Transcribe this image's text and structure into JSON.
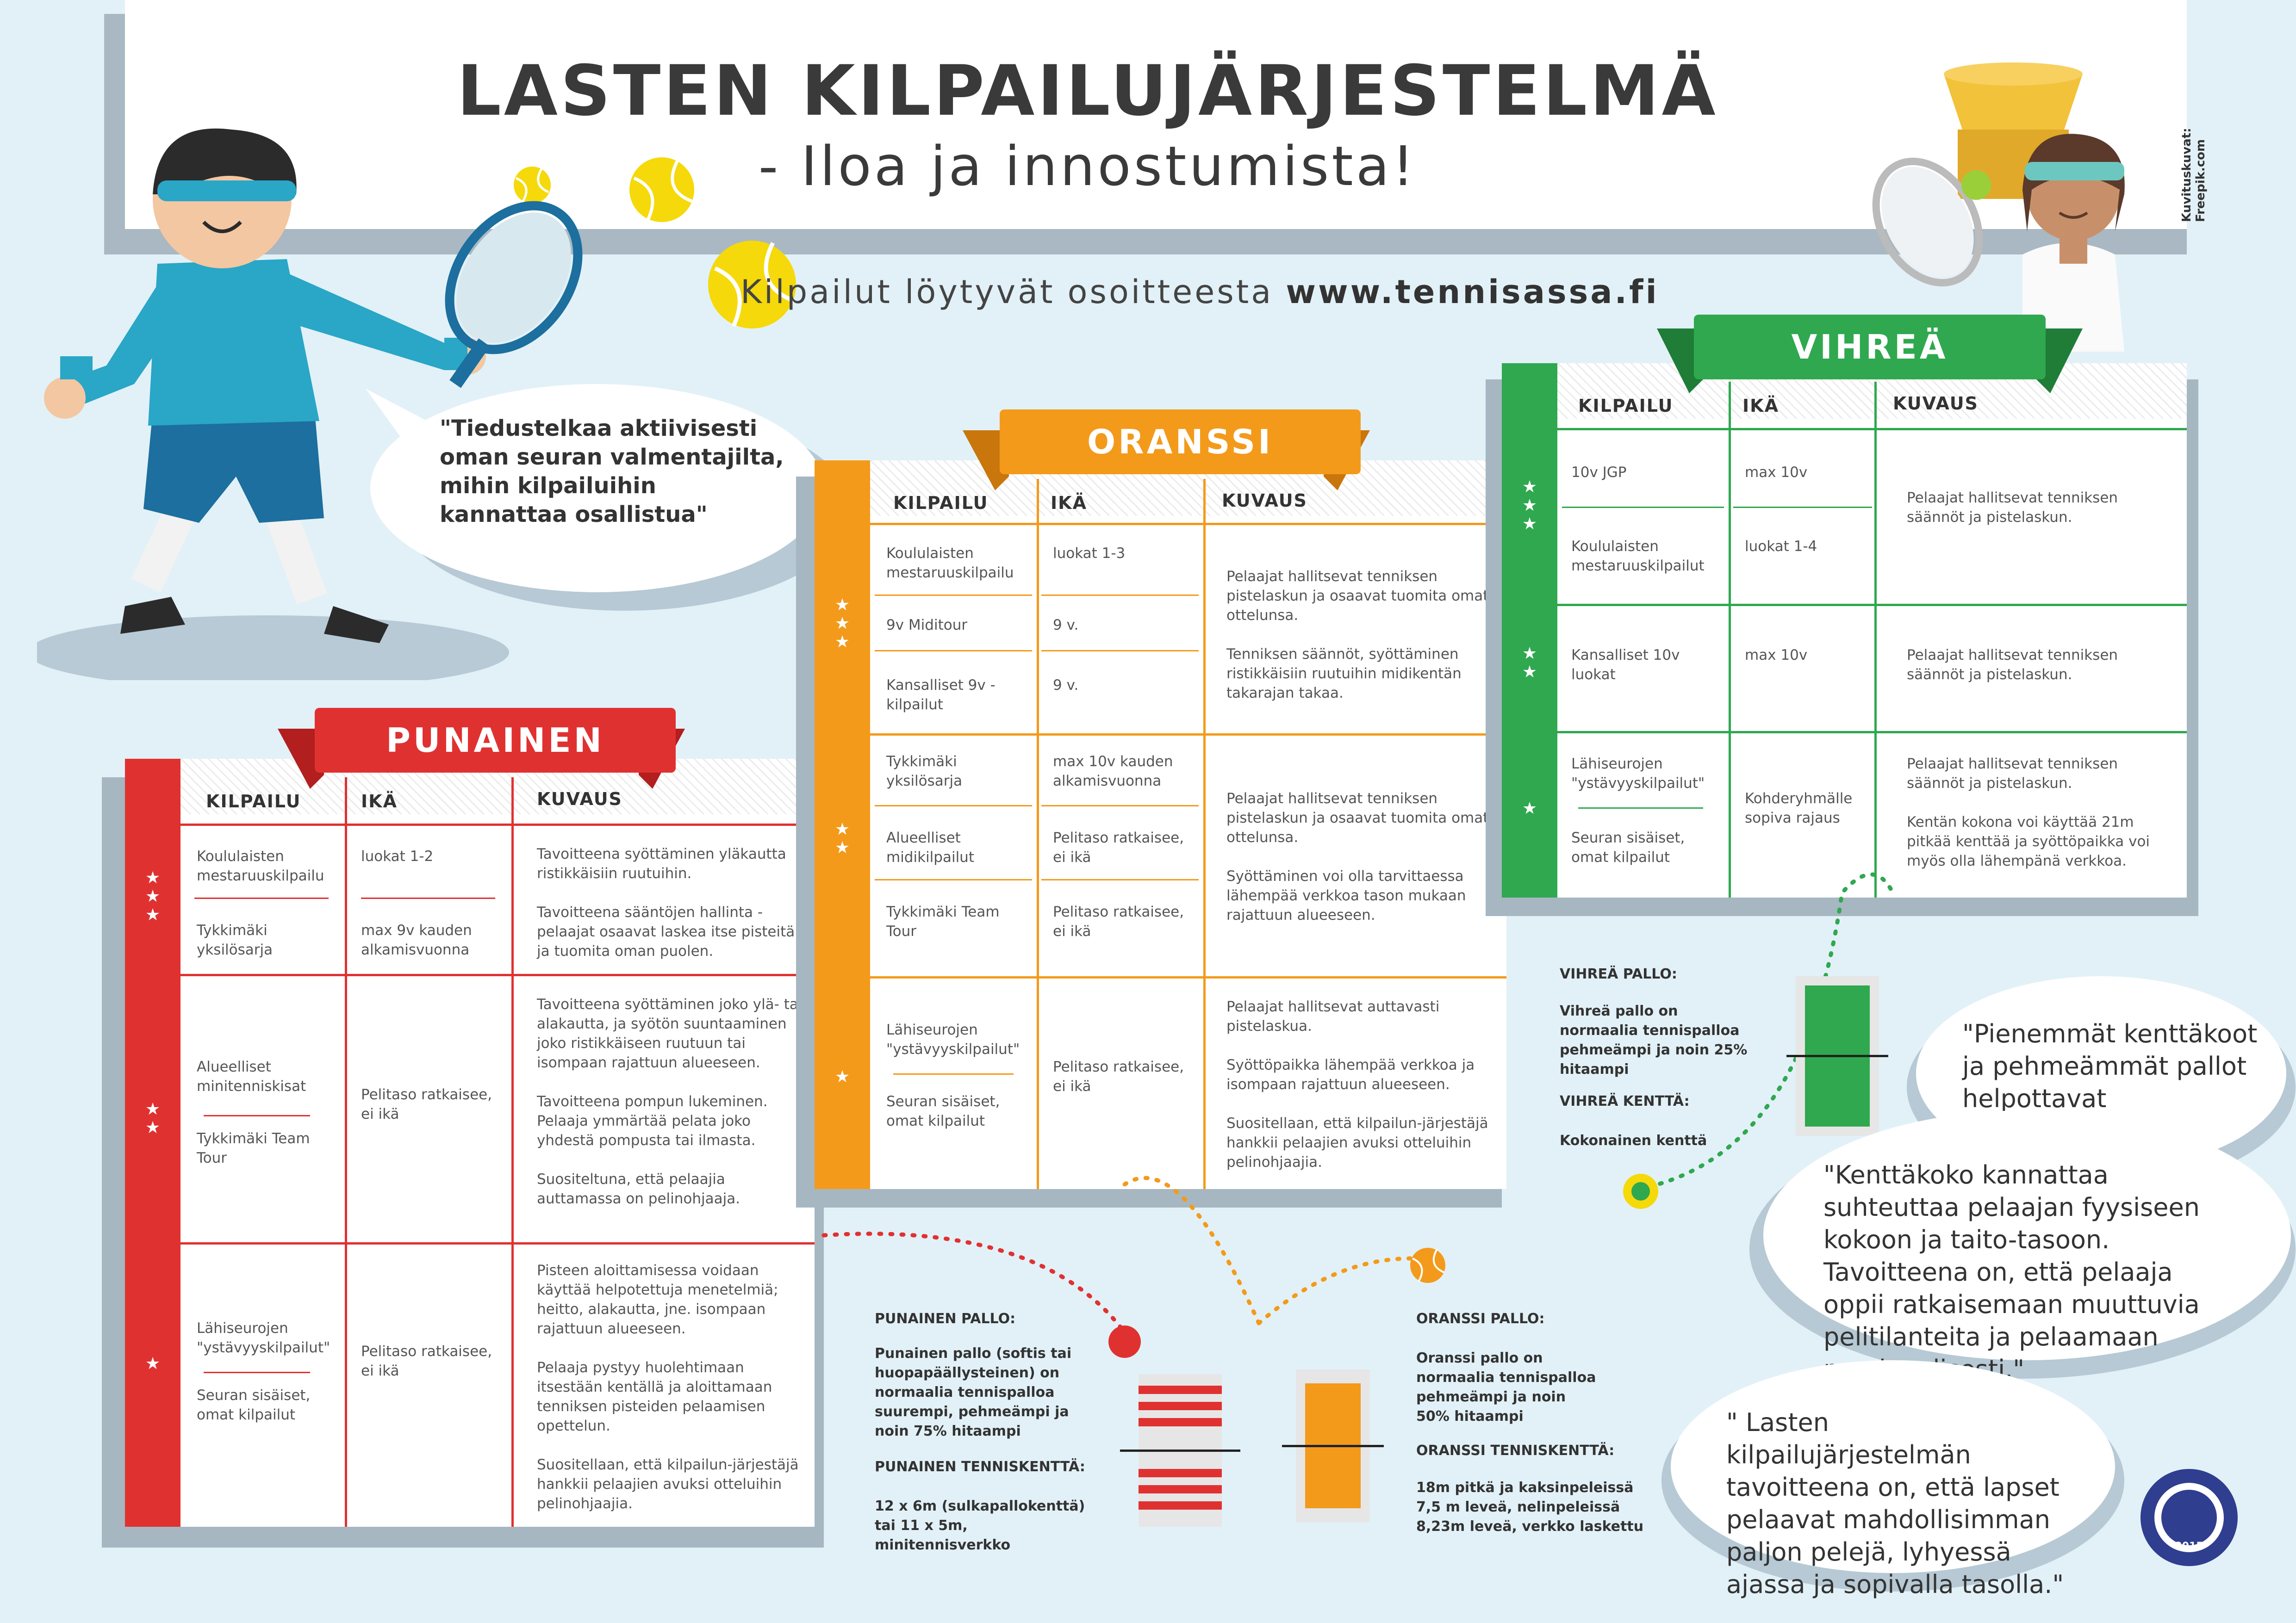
{
  "header": {
    "title": "LASTEN KILPAILUJÄRJESTELMÄ",
    "subtitle": "- Iloa ja innostumista!",
    "credit": "Kuvituskuvat: Freepik.com"
  },
  "website": {
    "prefix": "Kilpailut löytyvät osoitteesta ",
    "url": "www.tennisassa.fi"
  },
  "bubble_left": "\"Tiedustelkaa aktiivisesti oman seuran valmentajilta, mihin kilpailuihin kannattaa osallistua\"",
  "bubble_r1": "\"Pienemmät kenttäkoot ja pehmeämmät pallot helpottavat monipuolisten lajitaitojen kehittymistä.\"",
  "bubble_r2": "\"Kenttäkoko kannattaa suhteuttaa pelaajan fyysiseen kokoon ja taito-tasoon. Tavoitteena on, että pelaaja oppii ratkaisemaan muuttuvia pelitilanteita ja pelaamaan monipuolisesti.\"",
  "bubble_r3": "\" Lasten kilpailujärjestelmän tavoitteena on, että lapset pelaavat mahdollisimman paljon pelejä, lyhyessä ajassa ja sopivalla tasolla.\"",
  "headers": {
    "kilpailu": "KILPAILU",
    "ika": "IKÄ",
    "kuvaus": "KUVAUS"
  },
  "colors": {
    "red": "#e03131",
    "orange": "#f39a1b",
    "green": "#2fa84f",
    "ball": "#f5d90a"
  },
  "punainen": {
    "title": "PUNAINEN",
    "r1": {
      "k1": "Koululaisten mestaruuskilpailu",
      "i1": "luokat 1-2",
      "k2": "Tykkimäki yksilösarja",
      "i2": "max 9v kauden alkamisvuonna",
      "d": "Tavoitteena syöttäminen yläkautta ristikkäisiin ruutuihin.\n\nTavoitteena sääntöjen hallinta - pelaajat osaavat laskea itse pisteitä ja tuomita oman puolen."
    },
    "r2": {
      "k1": "Alueelliset minitenniskisat",
      "k2": "Tykkimäki Team Tour",
      "i": "Pelitaso ratkaisee, ei ikä",
      "d": "Tavoitteena syöttäminen joko ylä- tai alakautta, ja syötön suuntaaminen joko ristikkäiseen ruutuun tai isompaan rajattuun alueeseen.\n\nTavoitteena pompun lukeminen. Pelaaja ymmärtää pelata joko yhdestä pompusta tai ilmasta.\n\nSuositeltuna, että pelaajia auttamassa on pelinohjaaja."
    },
    "r3": {
      "k1": "Lähiseurojen \"ystävyyskilpailut\"",
      "k2": "Seuran sisäiset, omat kilpailut",
      "i": "Pelitaso ratkaisee, ei ikä",
      "d": "Pisteen aloittamisessa voidaan käyttää helpotettuja menetelmiä; heitto, alakautta, jne. isompaan rajattuun alueeseen.\n\nPelaaja pystyy huolehtimaan itsestään kentällä ja aloittamaan tenniksen pisteiden pelaamisen opettelun.\n\nSuositellaan, että kilpailun-järjestäjä hankkii pelaajien avuksi otteluihin pelinohjaajia."
    }
  },
  "oranssi": {
    "title": "ORANSSI",
    "r1": {
      "k1": "Koululaisten mestaruuskilpailu",
      "i1": "luokat 1-3",
      "k2": "9v Miditour",
      "i2": "9 v.",
      "k3": "Kansalliset 9v -kilpailut",
      "i3": "9 v.",
      "d": "Pelaajat hallitsevat tenniksen pistelaskun ja osaavat tuomita omat ottelunsa.\n\nTenniksen säännöt, syöttäminen ristikkäisiin ruutuihin midikentän takarajan takaa."
    },
    "r2": {
      "k1": "Tykkimäki yksilösarja",
      "i1": "max 10v kauden alkamisvuonna",
      "k2": "Alueelliset midikilpailut",
      "i2": "Pelitaso ratkaisee, ei ikä",
      "k3": "Tykkimäki Team Tour",
      "i3": "Pelitaso ratkaisee, ei ikä",
      "d": "Pelaajat hallitsevat tenniksen pistelaskun ja osaavat tuomita omat ottelunsa.\n\nSyöttäminen voi olla tarvittaessa lähempää verkkoa tason mukaan rajattuun alueeseen."
    },
    "r3": {
      "k1": "Lähiseurojen \"ystävyyskilpailut\"",
      "k2": "Seuran sisäiset, omat kilpailut",
      "i": "Pelitaso ratkaisee, ei ikä",
      "d": "Pelaajat hallitsevat auttavasti pistelaskua.\n\nSyöttöpaikka lähempää verkkoa ja isompaan rajattuun alueeseen.\n\nSuositellaan, että kilpailun-järjestäjä hankkii pelaajien avuksi otteluihin pelinohjaajia."
    }
  },
  "vihrea": {
    "title": "VIHREÄ",
    "r1": {
      "k1": "10v JGP",
      "i1": "max 10v",
      "k2": "Koululaisten mestaruuskilpailut",
      "i2": "luokat 1-4",
      "d": "Pelaajat hallitsevat tenniksen säännöt ja pistelaskun."
    },
    "r2": {
      "k1": "Kansalliset 10v luokat",
      "i": "max 10v",
      "d": "Pelaajat hallitsevat tenniksen säännöt ja pistelaskun."
    },
    "r3": {
      "k1": "Lähiseurojen \"ystävyyskilpailut\"",
      "k2": "Seuran sisäiset, omat kilpailut",
      "i": "Kohderyhmälle sopiva rajaus",
      "d": "Pelaajat hallitsevat tenniksen säännöt ja pistelaskun.\n\nKentän kokona voi käyttää 21m pitkää kenttää ja syöttöpaikka voi myös olla lähempänä verkkoa."
    }
  },
  "balls": {
    "red_title": "PUNAINEN PALLO:",
    "red_text": "Punainen pallo (softis tai huopapäällysteinen) on normaalia tennispalloa suurempi, pehmeämpi ja noin 75% hitaampi",
    "red_court_title": "PUNAINEN TENNISKENTTÄ:",
    "red_court": "12 x 6m (sulkapallokenttä) tai 11 x 5m, minitennisverkko",
    "orange_title": "ORANSSI PALLO:",
    "orange_text": "Oranssi pallo on normaalia tennispalloa pehmeämpi ja noin 50% hitaampi",
    "orange_court_title": "ORANSSI TENNISKENTTÄ:",
    "orange_court": "18m pitkä ja kaksinpeleissä 7,5 m leveä, nelinpeleissä 8,23m leveä, verkko laskettu",
    "green_title": "VIHREÄ PALLO:",
    "green_text": "Vihreä pallo on normaalia tennispalloa pehmeämpi ja noin 25% hitaampi",
    "green_court_title": "VIHREÄ KENTTÄ:",
    "green_court": "Kokonainen kenttä"
  },
  "seal_year": "2015"
}
